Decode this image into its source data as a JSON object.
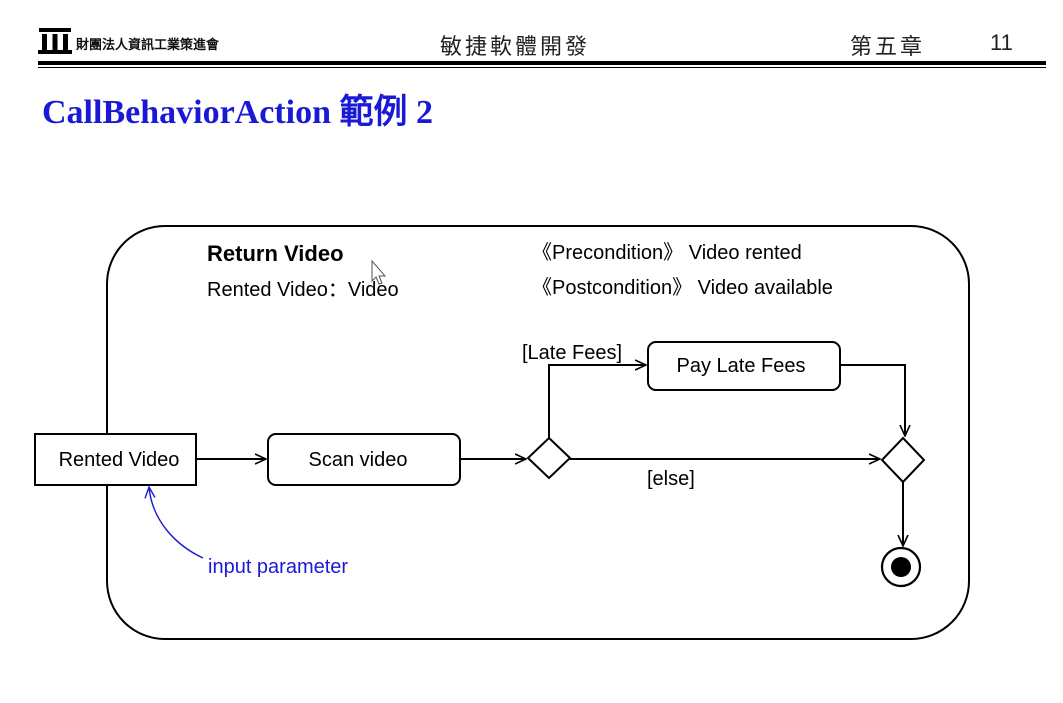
{
  "header": {
    "org": "財團法人資訊工業策進會",
    "course": "敏捷軟體開發",
    "chapter": "第五章",
    "page": "11"
  },
  "slide": {
    "title": "CallBehaviorAction 範例 2"
  },
  "diagram": {
    "activity_name": "Return Video",
    "parameter_decl": "Rented Video：Video",
    "precondition": "《Precondition》 Video rented",
    "postcondition": "《Postcondition》 Video available",
    "input_pin": "Rented Video",
    "action_scan": "Scan video",
    "action_pay": "Pay Late Fees",
    "guard_late": "[Late Fees]",
    "guard_else": "[else]",
    "annotation": "input parameter",
    "annotation_color": "#1a1ad6"
  }
}
